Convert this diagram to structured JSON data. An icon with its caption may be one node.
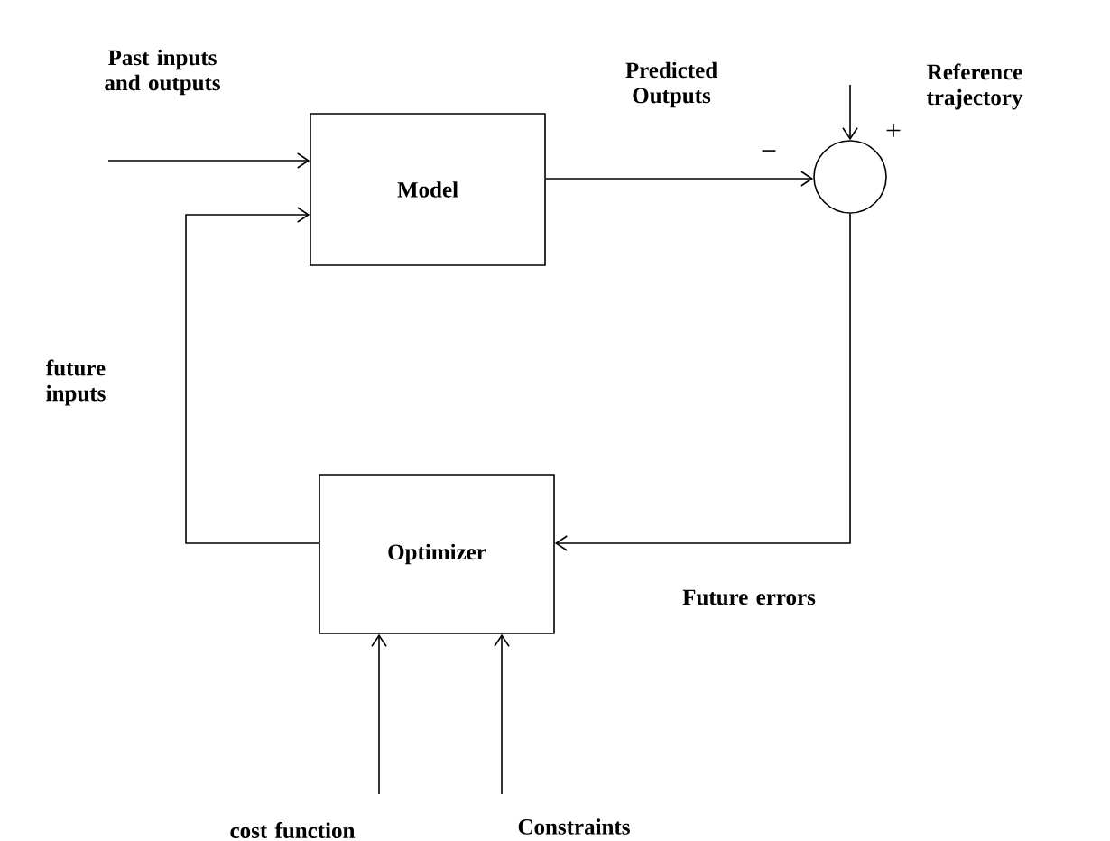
{
  "diagram": {
    "nodes": [
      {
        "text": [
          "Model"
        ]
      },
      {
        "text": [
          "Optimizer"
        ]
      },
      {
        "text": [],
        "shape": "circle"
      }
    ],
    "edges": [
      {
        "from": null,
        "to": 0,
        "arrow": "to",
        "label": "Past inputs and outputs"
      },
      {
        "from": 1,
        "to": 0,
        "arrow": "to",
        "label": "future inputs"
      },
      {
        "from": 0,
        "to": 2,
        "arrow": "to",
        "label": "Predicted Outputs"
      },
      {
        "from": null,
        "to": 2,
        "arrow": "to",
        "label": "Reference trajectory"
      },
      {
        "from": 2,
        "to": 1,
        "arrow": "to",
        "label": "Future errors"
      },
      {
        "from": null,
        "to": 1,
        "arrow": "to",
        "label": "cost function"
      },
      {
        "from": null,
        "to": 1,
        "arrow": "to",
        "label": "Constraints"
      }
    ],
    "labels": [
      "−",
      "+"
    ]
  }
}
